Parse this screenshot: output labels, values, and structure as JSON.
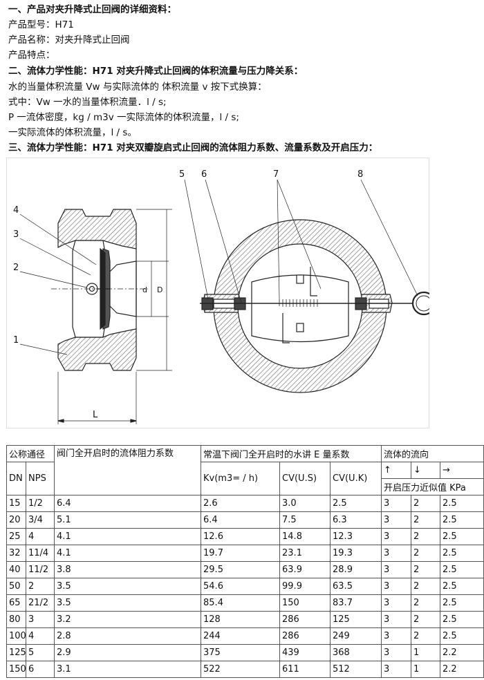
{
  "text": {
    "heading1": "一、产品对夹升降式止回阀的详细资料：",
    "model": "产品型号：H71",
    "name": "产品名称：对夹升降式止回阀",
    "features": "产品特点：",
    "heading2": "二、流体力学性能：H71 对夹升降式止回阀的体积流量与压力降关系：",
    "para1": "水的当量体积流量 Vw 与实际流体的  体积流量 v 按下式换算：",
    "para2": "式中：Vw 一水的当量体积流量．l / s;",
    "para3": "P 一流体密度，kg / m3v 一实际流体的体积流量，l / s;",
    "para4": "一实际流体的体积流量，l / s。",
    "heading3": "三、流体力学性能：H71 对夹双瓣旋启式止回阀的流体阻力系数、流量系数及开启压力："
  },
  "figure": {
    "left_labels": [
      "4",
      "3",
      "2",
      "1"
    ],
    "top_labels": [
      "5",
      "6",
      "7",
      "8"
    ],
    "dim_labels": [
      "L",
      "d",
      "D"
    ]
  },
  "table": {
    "header": {
      "nominal": "公称通径",
      "dn": "DN",
      "nps": "NPS",
      "resistance": "阀门全开启时的流体阻力系数",
      "flow_coef": "常温下阀门全开启时的水讲 E 量系数",
      "kv": "Kv(m3= / h)",
      "cv_us": "CV(U.S)",
      "cv_uk": "CV(U.K)",
      "direction": "流体的流向",
      "arrow_up": "↑",
      "arrow_down": "↓",
      "arrow_right": "→",
      "open_pressure": "开启压力近似值 KPa"
    },
    "rows": [
      [
        "15",
        "1/2",
        "6.4",
        "2.6",
        "3.0",
        "2.5",
        "3",
        "2",
        "2.5"
      ],
      [
        "20",
        "3/4",
        "5.1",
        "6.4",
        "7.5",
        "6.3",
        "3",
        "2",
        "2.5"
      ],
      [
        "25",
        "4",
        "4.1",
        "12.6",
        "14.8",
        "12.3",
        "3",
        "2",
        "2.5"
      ],
      [
        "32",
        "11/4",
        "4.1",
        "19.7",
        "23.1",
        "19.3",
        "3",
        "2",
        "2.5"
      ],
      [
        "40",
        "11/2",
        "3.8",
        "29.5",
        "63.9",
        "28.9",
        "3",
        "2",
        "2.5"
      ],
      [
        "50",
        "2",
        "3.5",
        "54.6",
        "99.9",
        "63.5",
        "3",
        "2",
        "2.5"
      ],
      [
        "65",
        "21/2",
        "3.5",
        "85.4",
        "150",
        "83.7",
        "3",
        "2",
        "2.5"
      ],
      [
        "80",
        "3",
        "3.2",
        "128",
        "286",
        "125",
        "3",
        "2",
        "2.5"
      ],
      [
        "100",
        "4",
        "2.8",
        "244",
        "286",
        "249",
        "3",
        "2",
        "2.5"
      ],
      [
        "125",
        "5",
        "2.9",
        "375",
        "439",
        "368",
        "3",
        "1",
        "2.2"
      ],
      [
        "150",
        "6",
        "3.1",
        "522",
        "611",
        "512",
        "3",
        "1",
        "2.2"
      ]
    ]
  }
}
